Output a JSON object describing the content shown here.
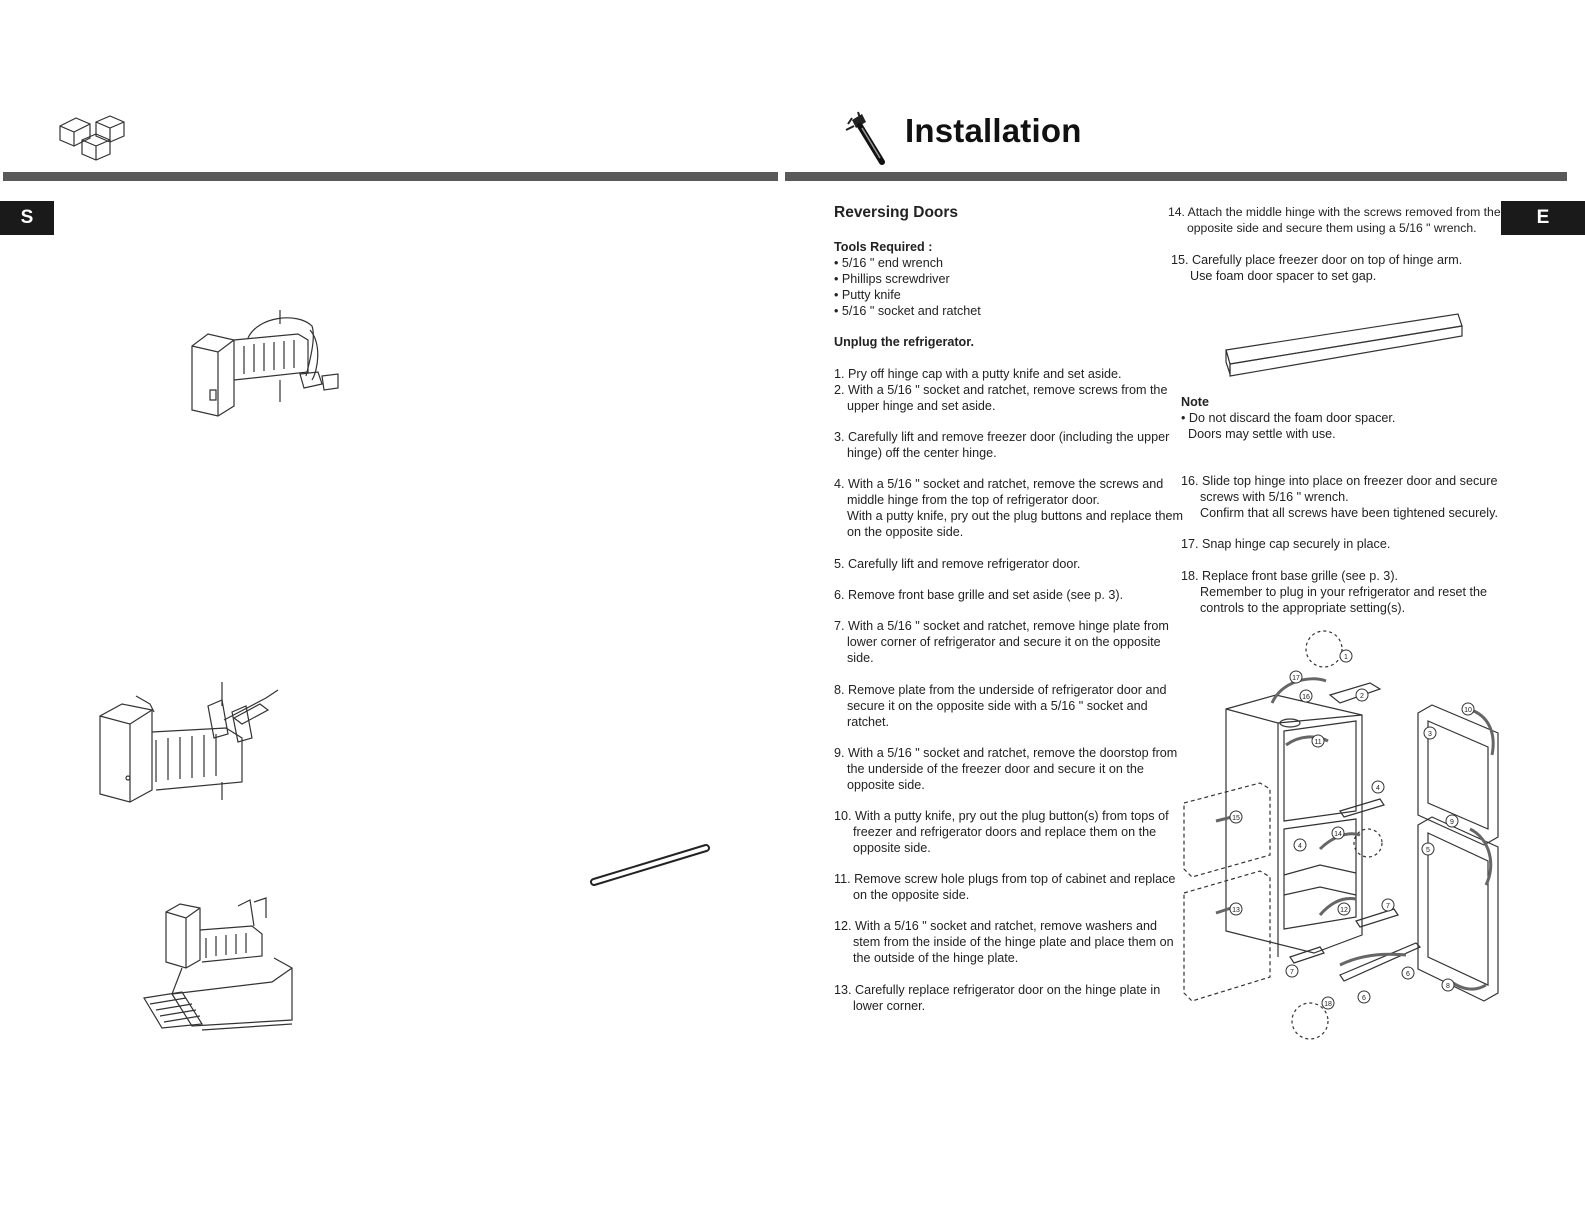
{
  "header": {
    "title": "Installation",
    "left_tab": "S",
    "right_tab": "E"
  },
  "section": {
    "title": "Reversing Doors",
    "tools_heading": "Tools Required :",
    "tools": [
      "• 5/16 \" end wrench",
      "• Phillips screwdriver",
      "• Putty knife",
      "• 5/16 \" socket and ratchet"
    ],
    "unplug": "Unplug the refrigerator."
  },
  "steps_left": [
    {
      "lines": [
        "1. Pry off hinge cap with a putty knife and set aside."
      ]
    },
    {
      "lines": [
        "2. With a 5/16 \" socket and ratchet, remove screws from the",
        "upper hinge and set aside."
      ]
    },
    {
      "lines": [
        "3. Carefully lift and remove freezer door (including the upper",
        "hinge) off the center hinge."
      ]
    },
    {
      "lines": [
        "4. With a 5/16 \" socket and ratchet, remove the screws and",
        "middle hinge from the top of refrigerator door.",
        "With a putty knife, pry out the plug buttons and replace them",
        "on the opposite side."
      ]
    },
    {
      "lines": [
        "5. Carefully lift and remove refrigerator door."
      ]
    },
    {
      "lines": [
        "6. Remove front base grille and set aside (see p. 3)."
      ]
    },
    {
      "lines": [
        "7. With a 5/16 \" socket and ratchet, remove hinge plate from",
        "lower corner of refrigerator and secure it on the opposite",
        "side."
      ]
    },
    {
      "lines": [
        "8. Remove plate from the underside of refrigerator door and",
        "secure it on the opposite side with a 5/16 \" socket and",
        "ratchet."
      ]
    },
    {
      "lines": [
        "9. With a 5/16 \" socket and ratchet, remove the doorstop from",
        "the underside of the freezer door and secure it on the",
        "opposite side."
      ]
    },
    {
      "lines": [
        "10. With a putty knife, pry out the plug button(s) from tops of",
        "freezer and refrigerator doors and replace them on the",
        "opposite side."
      ]
    },
    {
      "lines": [
        "11. Remove screw hole plugs from top of cabinet and replace",
        "on the opposite side."
      ]
    },
    {
      "lines": [
        "12. With a 5/16 \" socket and ratchet, remove washers and",
        "stem from the inside of the hinge plate and place them on",
        "the outside of the hinge plate."
      ]
    },
    {
      "lines": [
        "13. Carefully replace refrigerator door on the hinge plate in",
        "lower corner."
      ]
    }
  ],
  "steps_right": [
    {
      "lines": [
        "14. Attach the middle hinge with the screws removed from the",
        "opposite side and secure them using a 5/16 \" wrench."
      ]
    },
    {
      "lines": [
        "15. Carefully place freezer door on top of hinge arm.",
        "Use foam door spacer to set gap."
      ]
    },
    {
      "lines": [
        "16. Slide top hinge into place on freezer door and secure",
        "screws with 5/16 \" wrench.",
        "Confirm that all screws have been tightened securely."
      ]
    },
    {
      "lines": [
        "17. Snap hinge cap securely in place."
      ]
    },
    {
      "lines": [
        "18. Replace front base grille (see p. 3).",
        "Remember to plug in your refrigerator and reset the",
        "controls to the appropriate setting(s)."
      ]
    }
  ],
  "note": {
    "title": "Note",
    "lines": [
      "• Do not discard the foam door spacer.",
      "Doors may settle with use."
    ]
  },
  "diagram_labels": [
    "1",
    "2",
    "3",
    "4",
    "5",
    "6",
    "7",
    "8",
    "9",
    "10",
    "11",
    "12",
    "13",
    "14",
    "15",
    "16",
    "17",
    "18"
  ]
}
